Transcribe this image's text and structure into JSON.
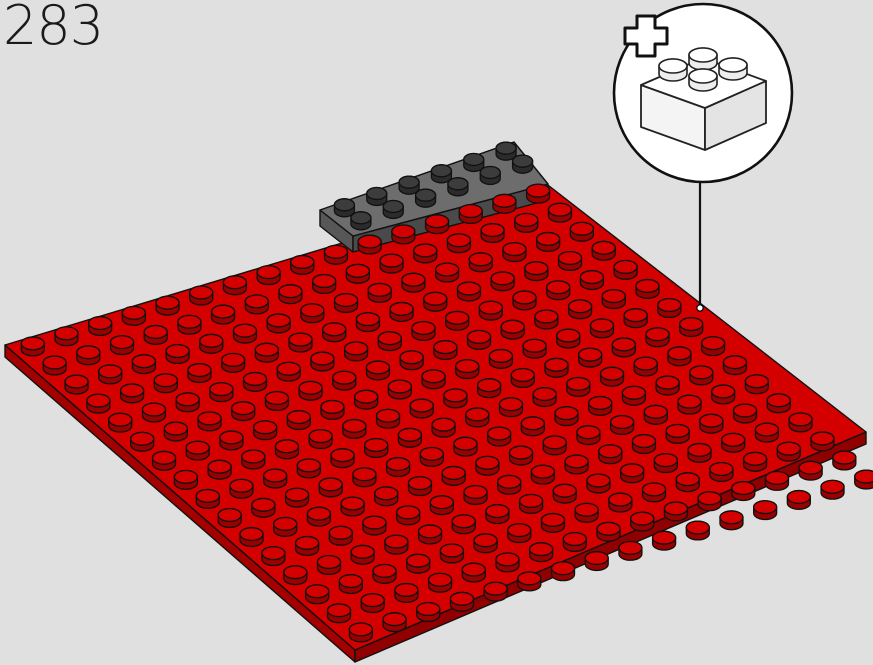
{
  "step": {
    "number": "283"
  },
  "baseplate": {
    "color": "#d40000",
    "stud_rows": 16,
    "stud_cols": 16
  },
  "grey_plate": {
    "color": "#6d6d6d",
    "stud_rows": 2,
    "stud_cols": 6
  },
  "callout": {
    "part": "white-2x2-brick",
    "part_color": "#ffffff",
    "badge": "plus-icon"
  }
}
